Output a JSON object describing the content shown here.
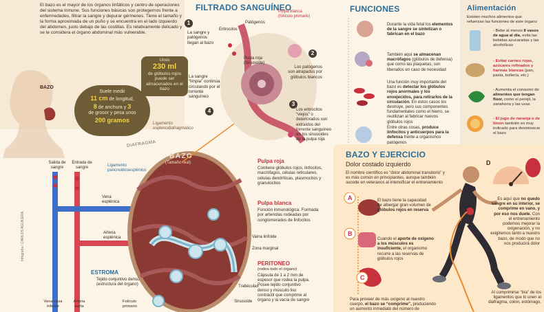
{
  "intro": {
    "paragraph": "El bazo es el mayor de los órganos linfáticos y centro de operaciones del sistema inmune. Sus funciones básicas son protegernos frente a enfermedades, filtrar la sangre y depurar gérmenes. Tiene el tamaño y la forma aproximada de un puño y se encuentra en el lado izquierdo del abdomen, justo debajo de las costillas. Es relativamente delicado y se le considera el órgano abdominal más vulnerable.",
    "figure_label": "BAZO",
    "storage_box": {
      "intro": "Unos",
      "value": "230 ml",
      "rest": "de glóbulos rojos puede ser almacenados en el bazo"
    },
    "size_box": {
      "lead": "Suele medir",
      "length": "11 cm",
      "length_rest": "de longitud,",
      "width": "8",
      "width_rest": "de anchura y",
      "thickness": "3",
      "thickness_rest": "de grosor y pesa unos",
      "weight": "200 gramos"
    }
  },
  "anatomy": {
    "ligament_top": "Ligamento esplenodiafragmático",
    "diaphragm": "DIAFRAGMA",
    "salida_label": "Salida de sangre",
    "entrada_label": "Entrada de sangre",
    "ligamento_pancreatico": "Ligamento pancreáticoesplénico",
    "vena_esplenica": "Vena esplénica",
    "arteria_esplenica": "Arteria esplénica",
    "estroma_title": "ESTROMA",
    "estroma_text": "Tejido conjuntivo denso (estructura del órgano)",
    "vena_cava": "Vena cava inferior",
    "arteria_aorta": "Arteria aorta",
    "foliculo": "Folículo primario",
    "organ_title": "BAZO",
    "organ_subtitle": "(Tamaño real)",
    "pulpa_roja_title": "Pulpa roja",
    "pulpa_roja_text": "Contiene glóbulos rojos, linfocitos, macrófagos, células reticulares, células dendríticas, plasmocitos y granulocitos",
    "pulpa_blanca_title": "Pulpa blanca",
    "pulpa_blanca_text": "Función inmunológica. Formada por arteriolas rodeadas por conglomerados de linfocitos",
    "vaina": "Vaina linfoide",
    "zona_marginal": "Zona marginal",
    "peritoneo_title": "PERITONEO",
    "peritoneo_sub": "(rodea todo el órgano)",
    "peritoneo_text": "Cápsula de 1 a 2 mm de espesor que rodea la pulpa. Posee tejido conjuntivo denso y músculo liso contráctil que comprime al órgano y la vacía de sangre",
    "trabeculas": "Trabéculas",
    "sinusoide": "Sinusoide",
    "credit": "Infografía / CARLOS AGUILERA"
  },
  "filtrado": {
    "title": "FILTRADO SANGUÍNEO",
    "steps": [
      {
        "n": "1",
        "text": "La sangre y patógenos llegan al bazo"
      },
      {
        "n": "2",
        "text": "Los patógenos son atrapados por glóbulos blancos"
      },
      {
        "n": "3",
        "text": "Los eritrocitos “viejos” o deteriorados son extraídos del torrente sanguíneo en los sinusoides de la pulpa roja"
      },
      {
        "n": "4",
        "text": "La sangre “limpia” continúa circulando por el torrente sanguíneo"
      }
    ],
    "labels": {
      "patogenos": "Patógenos",
      "eritrocitos": "Eritrocitos",
      "pulpa_blanca": "Pulpa blanca (folículo primario)",
      "pulpa_roja": "Pulpa roja (Sinusoide)"
    }
  },
  "funciones": {
    "title": "FUNCIONES",
    "items": [
      {
        "pre": "Durante la vida fetal los ",
        "bold": "elementos de la sangre se sintetizan o fabrican en el bazo",
        "post": ""
      },
      {
        "pre": "También aquí ",
        "bold": "se almacenan macrófagos",
        "post": " (glóbulos de defensa) que como las plaquetas, son liberados en caso de necesidad"
      },
      {
        "pre": "Una función muy importante del bazo es ",
        "bold": "detectar los glóbulos rojos anormales y los envejecidos, para retirarlos de la circulación.",
        "post": " En estos casos los destruye, pero sus componentes fundamentales como el hierro, se reutilizan al fabricar nuevos glóbulos rojos"
      },
      {
        "pre": "Entre otras cosas, ",
        "bold": "produce linfocitos y anticuerpos para la defensa",
        "post": " frente a organismos patógenos"
      }
    ]
  },
  "alimentacion": {
    "title": "Alimentación",
    "intro": "Existen muchos alimentos que refuerzan las funciones de este órgano",
    "items": [
      {
        "pre": "- Bebe al menos ",
        "bold": "8 vasos de agua al día,",
        "post": " evita las bebidas azucaradas y las alcohólicas"
      },
      {
        "pre": "- ",
        "bold": "Evitar carnes rojas, azúcares refinados y harinas blancas",
        "post": " (pan, pasta, bollería, etc.)"
      },
      {
        "pre": "- Aumenta el consumo de ",
        "bold": "alimentos que tengan flúor,",
        "post": " como el perejil, la zanahoria y las uvas"
      },
      {
        "pre": "- ",
        "bold": "El jugo de naranja o de limón",
        "post": " también es muy indicado para desintoxicar el bazo"
      }
    ]
  },
  "ejercicio": {
    "title": "BAZO Y EJERCICIO",
    "subtitle": "Dolor costado izquierdo",
    "intro": "El nombre científico es “dolor abdominal transitorio” y es más común en principiantes, aunque también sucede en veteranos al intensificar el entrenamiento",
    "steps": [
      {
        "letter": "A",
        "pre": "El bazo tiene la capacidad de albergar gran volumen de ",
        "bold": "glóbulos rojos en reserva",
        "post": ""
      },
      {
        "letter": "B",
        "pre": "Cuando el ",
        "bold": "aporte de oxígeno a los músculos es insuficiente,",
        "post": " el organismo recurre a las reservas de glóbulos rojos"
      },
      {
        "letter": "C",
        "pre": "Para proveer de más oxígeno al nuestro cuerpo, ",
        "bold": "el bazo se “comprime”,",
        "post": " produciendo un aumento inmediato del número de"
      },
      {
        "letter": "D",
        "pre": "Es aquí que ",
        "bold": "no quedo sangre en su interior, se comprime en vano, y por eso nos duele.",
        "post": " Con el entrenamiento podemos mejorar la oxigenación, y no exigiremos tanto a nuestro bazo, de modo que no nos producirá dolor"
      }
    ],
    "ligament_note": "Al comprimirse “tira” de los ligamentos que lo unen al diafragma, colon, estómago,"
  },
  "colors": {
    "blue_title": "#2b6d9a",
    "red": "#c7313e",
    "orange": "#e98a2e",
    "brown_organ": "#8a3a33",
    "cream": "#fbf4e7"
  }
}
